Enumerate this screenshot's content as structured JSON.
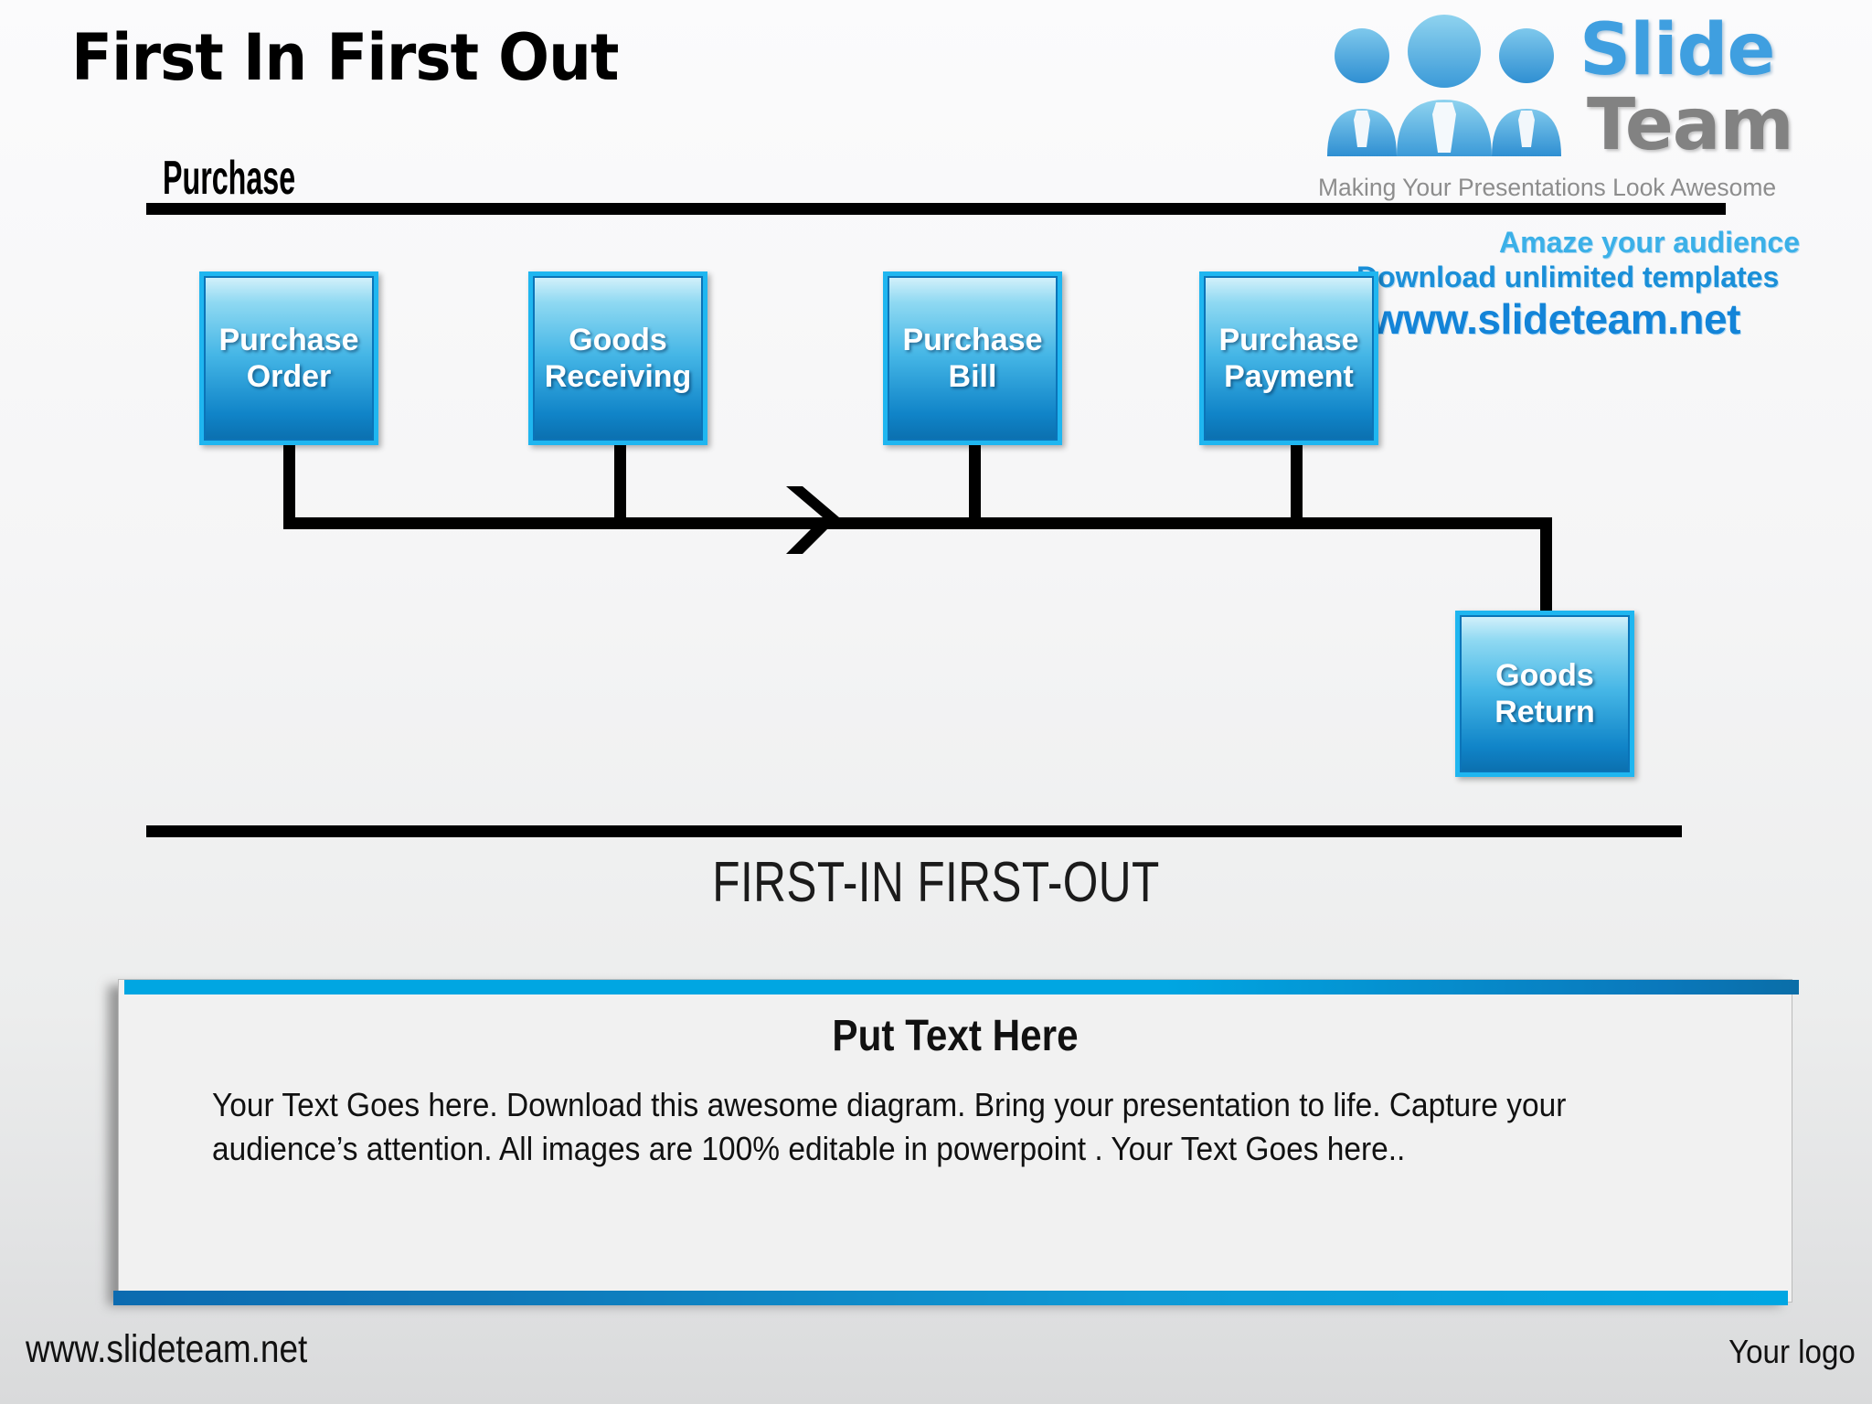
{
  "slide": {
    "title": "First In First Out",
    "section_heading": "Purchase",
    "flow_caption": "FIRST-IN FIRST-OUT"
  },
  "logo": {
    "icon_name": "three-people-icon",
    "word_one": "Slide",
    "word_two": "Team",
    "tagline": "Making Your Presentations Look Awesome",
    "promo_line_1": "Amaze your audience",
    "promo_line_2": "Download unlimited templates",
    "promo_url": "www.slideteam.net",
    "colors": {
      "slide_blue": "#3f9fe0",
      "team_gray": "#828282",
      "promo_cyan": "#3bb0e8",
      "promo_blue": "#1384d8"
    }
  },
  "process": {
    "boxes": [
      {
        "line1": "Purchase",
        "line2": "Order"
      },
      {
        "line1": "Goods",
        "line2": "Receiving"
      },
      {
        "line1": "Purchase",
        "line2": "Bill"
      },
      {
        "line1": "Purchase",
        "line2": "Payment"
      },
      {
        "line1": "Goods",
        "line2": "Return"
      }
    ],
    "arrow_name": "flow-arrow-right",
    "colors": {
      "box_border": "#1fb6f0",
      "box_top": "#d7f2fb",
      "box_bottom": "#0b6fae",
      "connector": "#000000"
    }
  },
  "panel": {
    "title": "Put Text Here",
    "body": "Your Text Goes here. Download this awesome diagram. Bring your presentation to life. Capture your audience’s attention. All images are 100% editable in powerpoint . Your Text Goes here..",
    "bar_color_top": "#00a6e2",
    "bar_color_bottom": "#0c6bb0"
  },
  "footer": {
    "url": "www.slideteam.net",
    "logo_placeholder": "Your logo"
  }
}
